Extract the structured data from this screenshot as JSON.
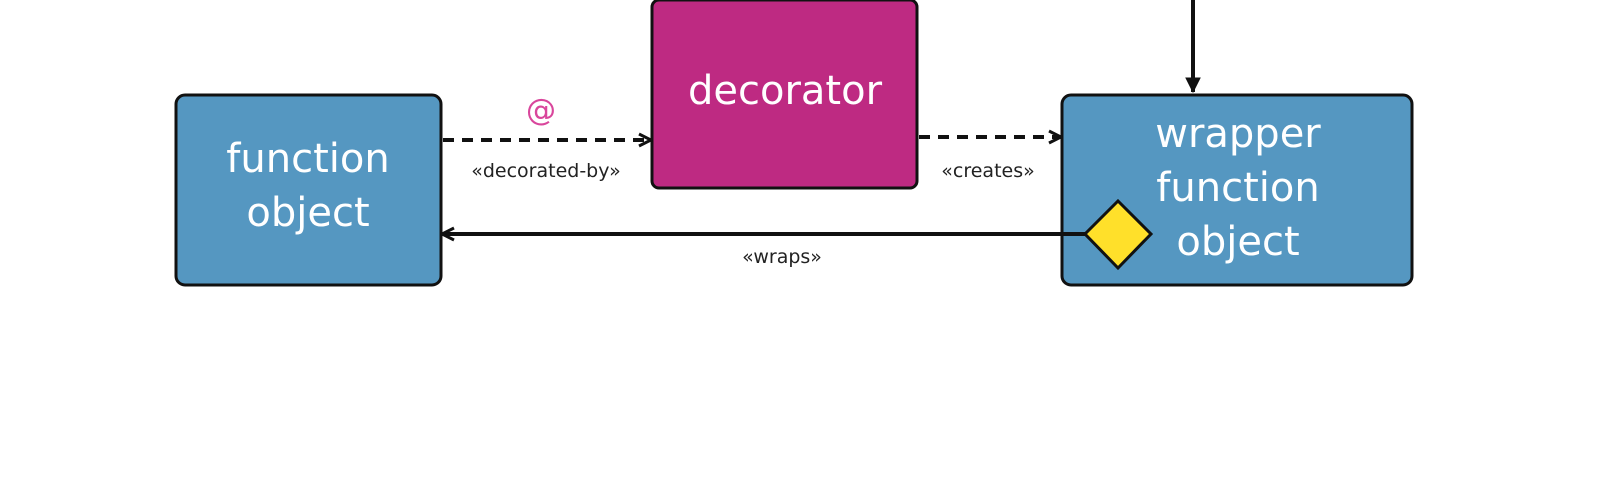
{
  "nodes": {
    "function_object": {
      "lines": [
        "function",
        "object"
      ]
    },
    "decorator": {
      "lines": [
        "decorator"
      ]
    },
    "wrapper": {
      "lines": [
        "wrapper",
        "function",
        "object"
      ]
    }
  },
  "edges": {
    "decorated_by": {
      "symbol": "@",
      "label": "«decorated-by»"
    },
    "creates": {
      "label": "«creates»"
    },
    "wraps": {
      "label": "«wraps»"
    }
  },
  "colors": {
    "box_blue": "#5597C1",
    "decorator_magenta": "#BE2A82",
    "diamond_yellow": "#FFE02A",
    "at_symbol": "#D9469C",
    "stroke": "#111111"
  }
}
